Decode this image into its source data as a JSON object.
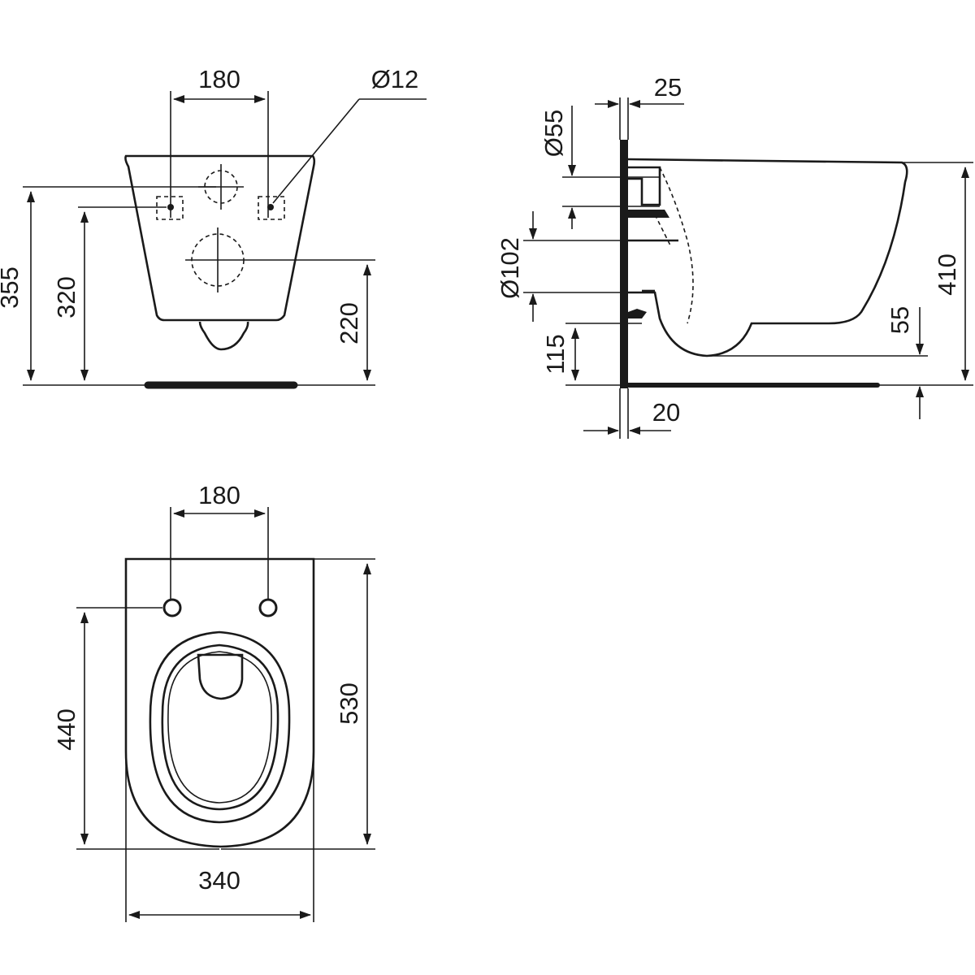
{
  "front_view": {
    "bolt_spacing": "180",
    "bolt_hole_diameter": "Ø12",
    "bolt_height": "355",
    "upper_hole_height": "320",
    "lower_hole_height": "220"
  },
  "side_view": {
    "wall_offset_top": "25",
    "inlet_diameter": "Ø55",
    "outlet_diameter": "Ø102",
    "outlet_height": "115",
    "rim_height": "410",
    "bowl_bottom_height": "55",
    "wall_offset_bottom": "20"
  },
  "top_view": {
    "bolt_spacing": "180",
    "bolt_to_front": "440",
    "overall_length": "530",
    "overall_width": "340"
  }
}
